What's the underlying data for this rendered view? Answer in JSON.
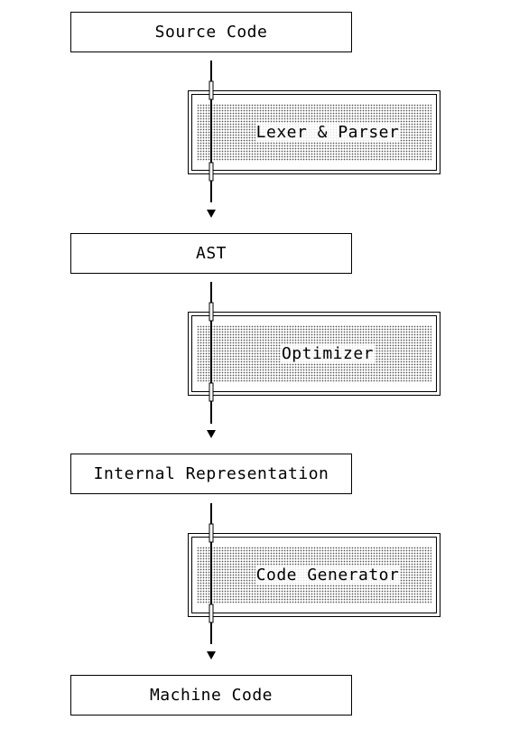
{
  "stages": [
    {
      "label": "Source Code"
    },
    {
      "label": "AST"
    },
    {
      "label": "Internal Representation"
    },
    {
      "label": "Machine Code"
    }
  ],
  "processes": [
    {
      "label": "Lexer & Parser"
    },
    {
      "label": "Optimizer"
    },
    {
      "label": "Code Generator"
    }
  ]
}
